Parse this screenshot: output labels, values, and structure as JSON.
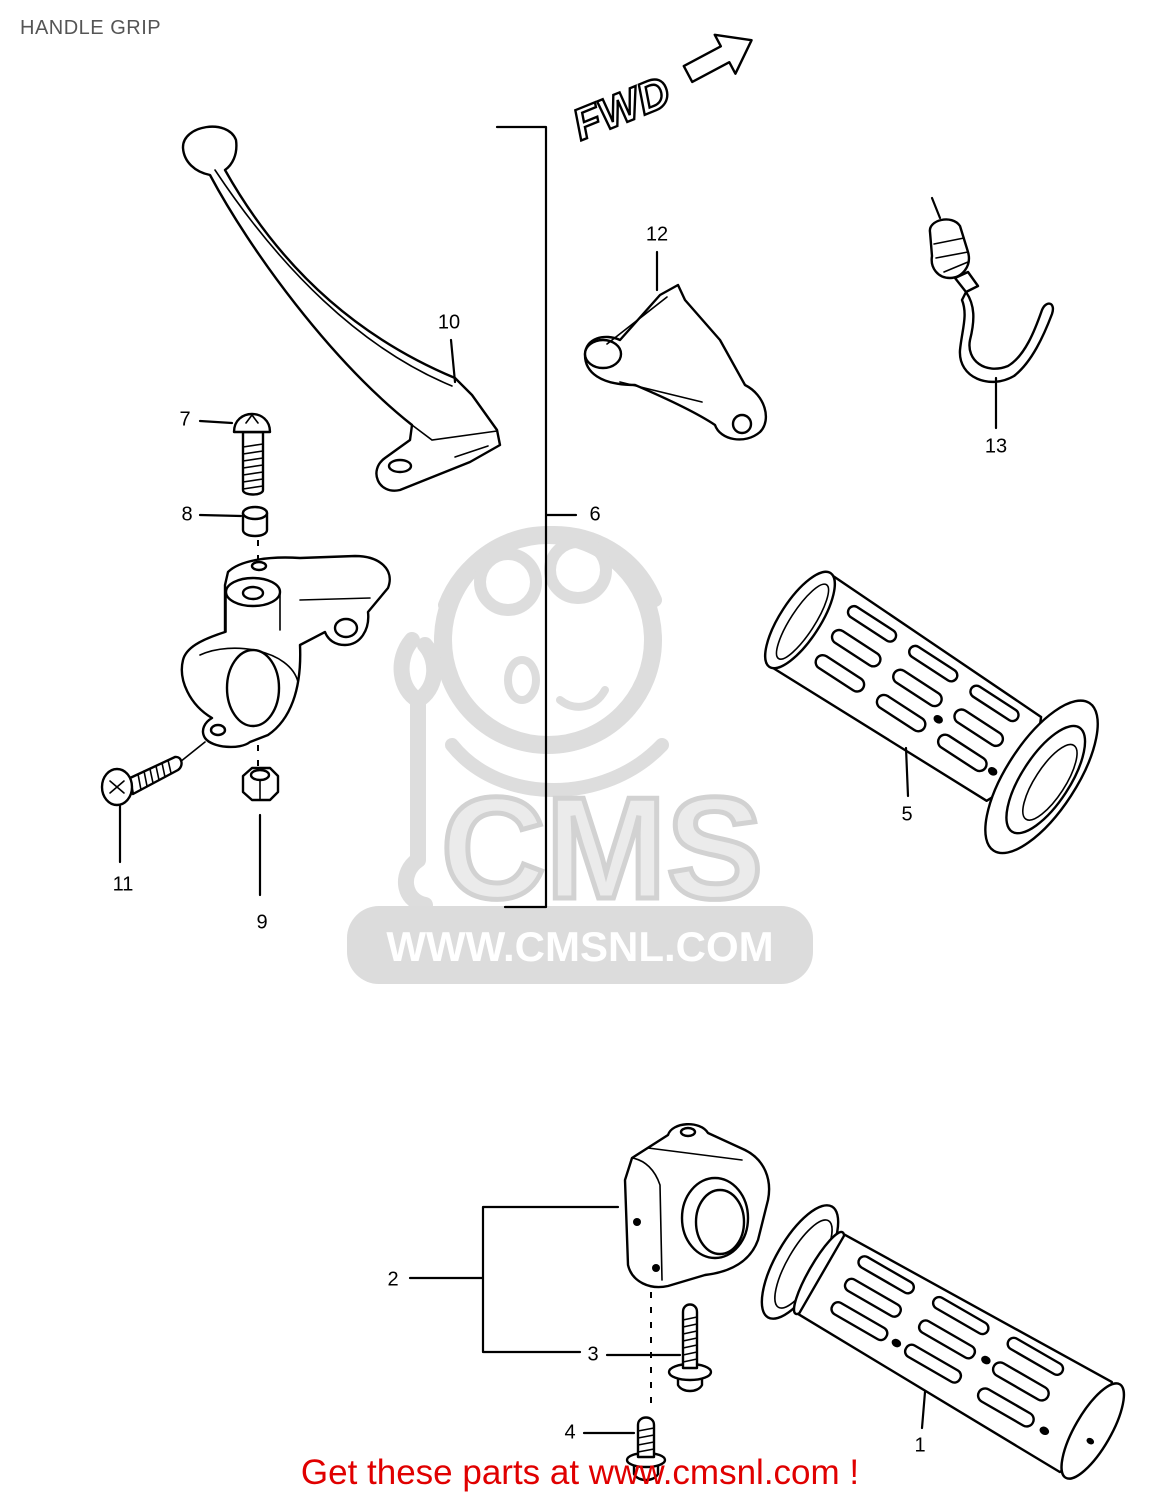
{
  "title": "HANDLE GRIP",
  "fwd_label": "FWD",
  "callouts": [
    "1",
    "2",
    "3",
    "4",
    "5",
    "6",
    "7",
    "8",
    "9",
    "10",
    "11",
    "12",
    "13"
  ],
  "watermark": {
    "logo_text": "CMS",
    "url": "WWW.CMSNL.COM"
  },
  "footer": "Get these parts at www.cmsnl.com !",
  "colors": {
    "line": "#000000",
    "title": "#555555",
    "footer": "#e00000",
    "watermark": "#dddddd"
  }
}
